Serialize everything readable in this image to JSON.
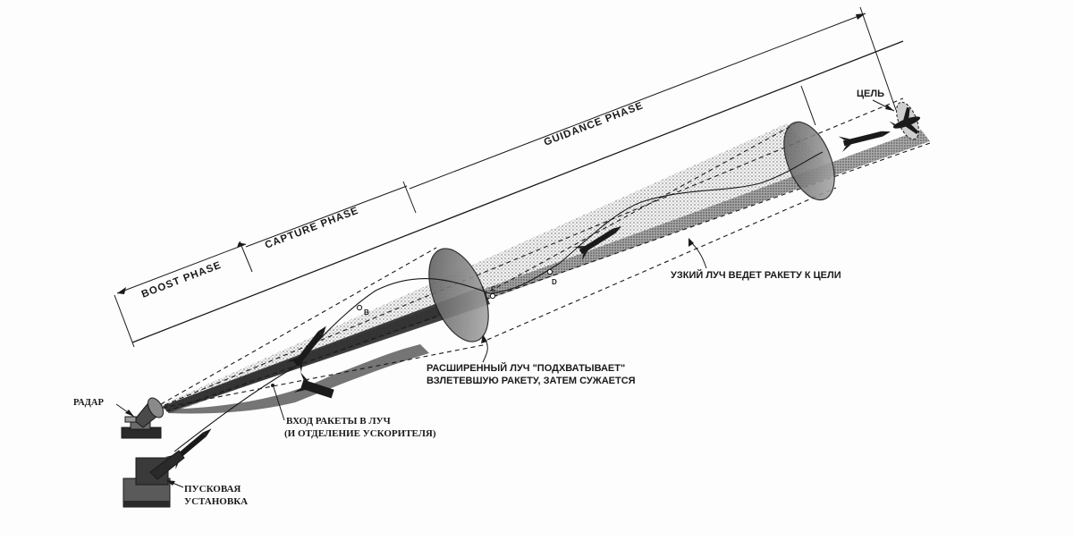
{
  "phases": {
    "boost": "BOOST PHASE",
    "capture": "CAPTURE PHASE",
    "guidance": "GUIDANCE PHASE"
  },
  "labels": {
    "target": "ЦЕЛЬ",
    "narrow_beam": "УЗКИЙ ЛУЧ ВЕДЕТ РАКЕТУ К ЦЕЛИ",
    "wide_beam_line1": "РАСШИРЕННЫЙ ЛУЧ \"ПОДХВАТЫВАЕТ\"",
    "wide_beam_line2": "ВЗЛЕТЕВШУЮ РАКЕТУ, ЗАТЕМ СУЖАЕТСЯ",
    "radar": "РАДАР",
    "entry_line1": "ВХОД РАКЕТЫ В ЛУЧ",
    "entry_line2": "(И ОТДЕЛЕНИЕ УСКОРИТЕЛЯ)",
    "launcher_line1": "ПУСКОВАЯ",
    "launcher_line2": "УСТАНОВКА"
  },
  "points": {
    "b": "B",
    "c": "C",
    "d": "D"
  },
  "colors": {
    "ink": "#1a1a1a",
    "beam": "#9a9a9a",
    "disc": "#8c8c8c"
  }
}
